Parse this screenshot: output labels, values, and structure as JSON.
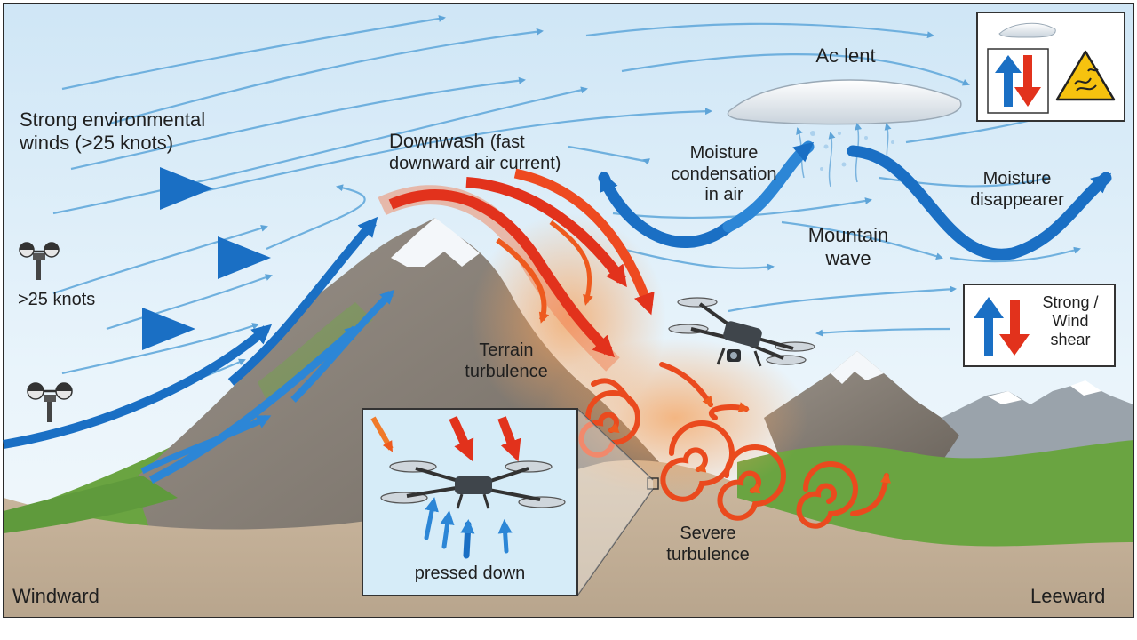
{
  "labels": {
    "strong_winds_line1": "Strong environmental",
    "strong_winds_line2": "winds (>25 knots)",
    "knots": ">25 knots",
    "downwash_title": "Downwash",
    "downwash_note": "(fast",
    "downwash_line2": "downward air current)",
    "ac_lent": "Ac lent",
    "moisture_condensation_line1": "Moisture",
    "moisture_condensation_line2": "condensation",
    "moisture_condensation_line3": "in air",
    "moisture_disappearer_line1": "Moisture",
    "moisture_disappearer_line2": "disappearer",
    "mountain_wave_line1": "Mountain",
    "mountain_wave_line2": "wave",
    "terrain_turbulence_line1": "Terrain",
    "terrain_turbulence_line2": "turbulence",
    "severe_turbulence_line1": "Severe",
    "severe_turbulence_line2": "turbulence",
    "pressed_down": "pressed down",
    "windward": "Windward",
    "leeward": "Leeward",
    "shear_line1": "Strong /",
    "shear_line2": "Wind",
    "shear_line3": "shear"
  },
  "icons": {
    "anemometer": "anemometer-icon",
    "drone": "drone-icon",
    "lenticular_cloud": "lenticular-cloud-icon",
    "turbulence_warning": "turbulence-warning-icon",
    "updraft_arrow": "updraft-arrow-icon",
    "downdraft_arrow": "downdraft-arrow-icon"
  },
  "colors": {
    "wind_blue": "#1a6fc4",
    "downwash_red": "#e2321c",
    "downwash_orange": "#f07a2a",
    "warning_yellow": "#f6c20f",
    "sky": "#d6ecf8",
    "mountain_rock": "#8c847a",
    "grass": "#5f9a3c"
  }
}
